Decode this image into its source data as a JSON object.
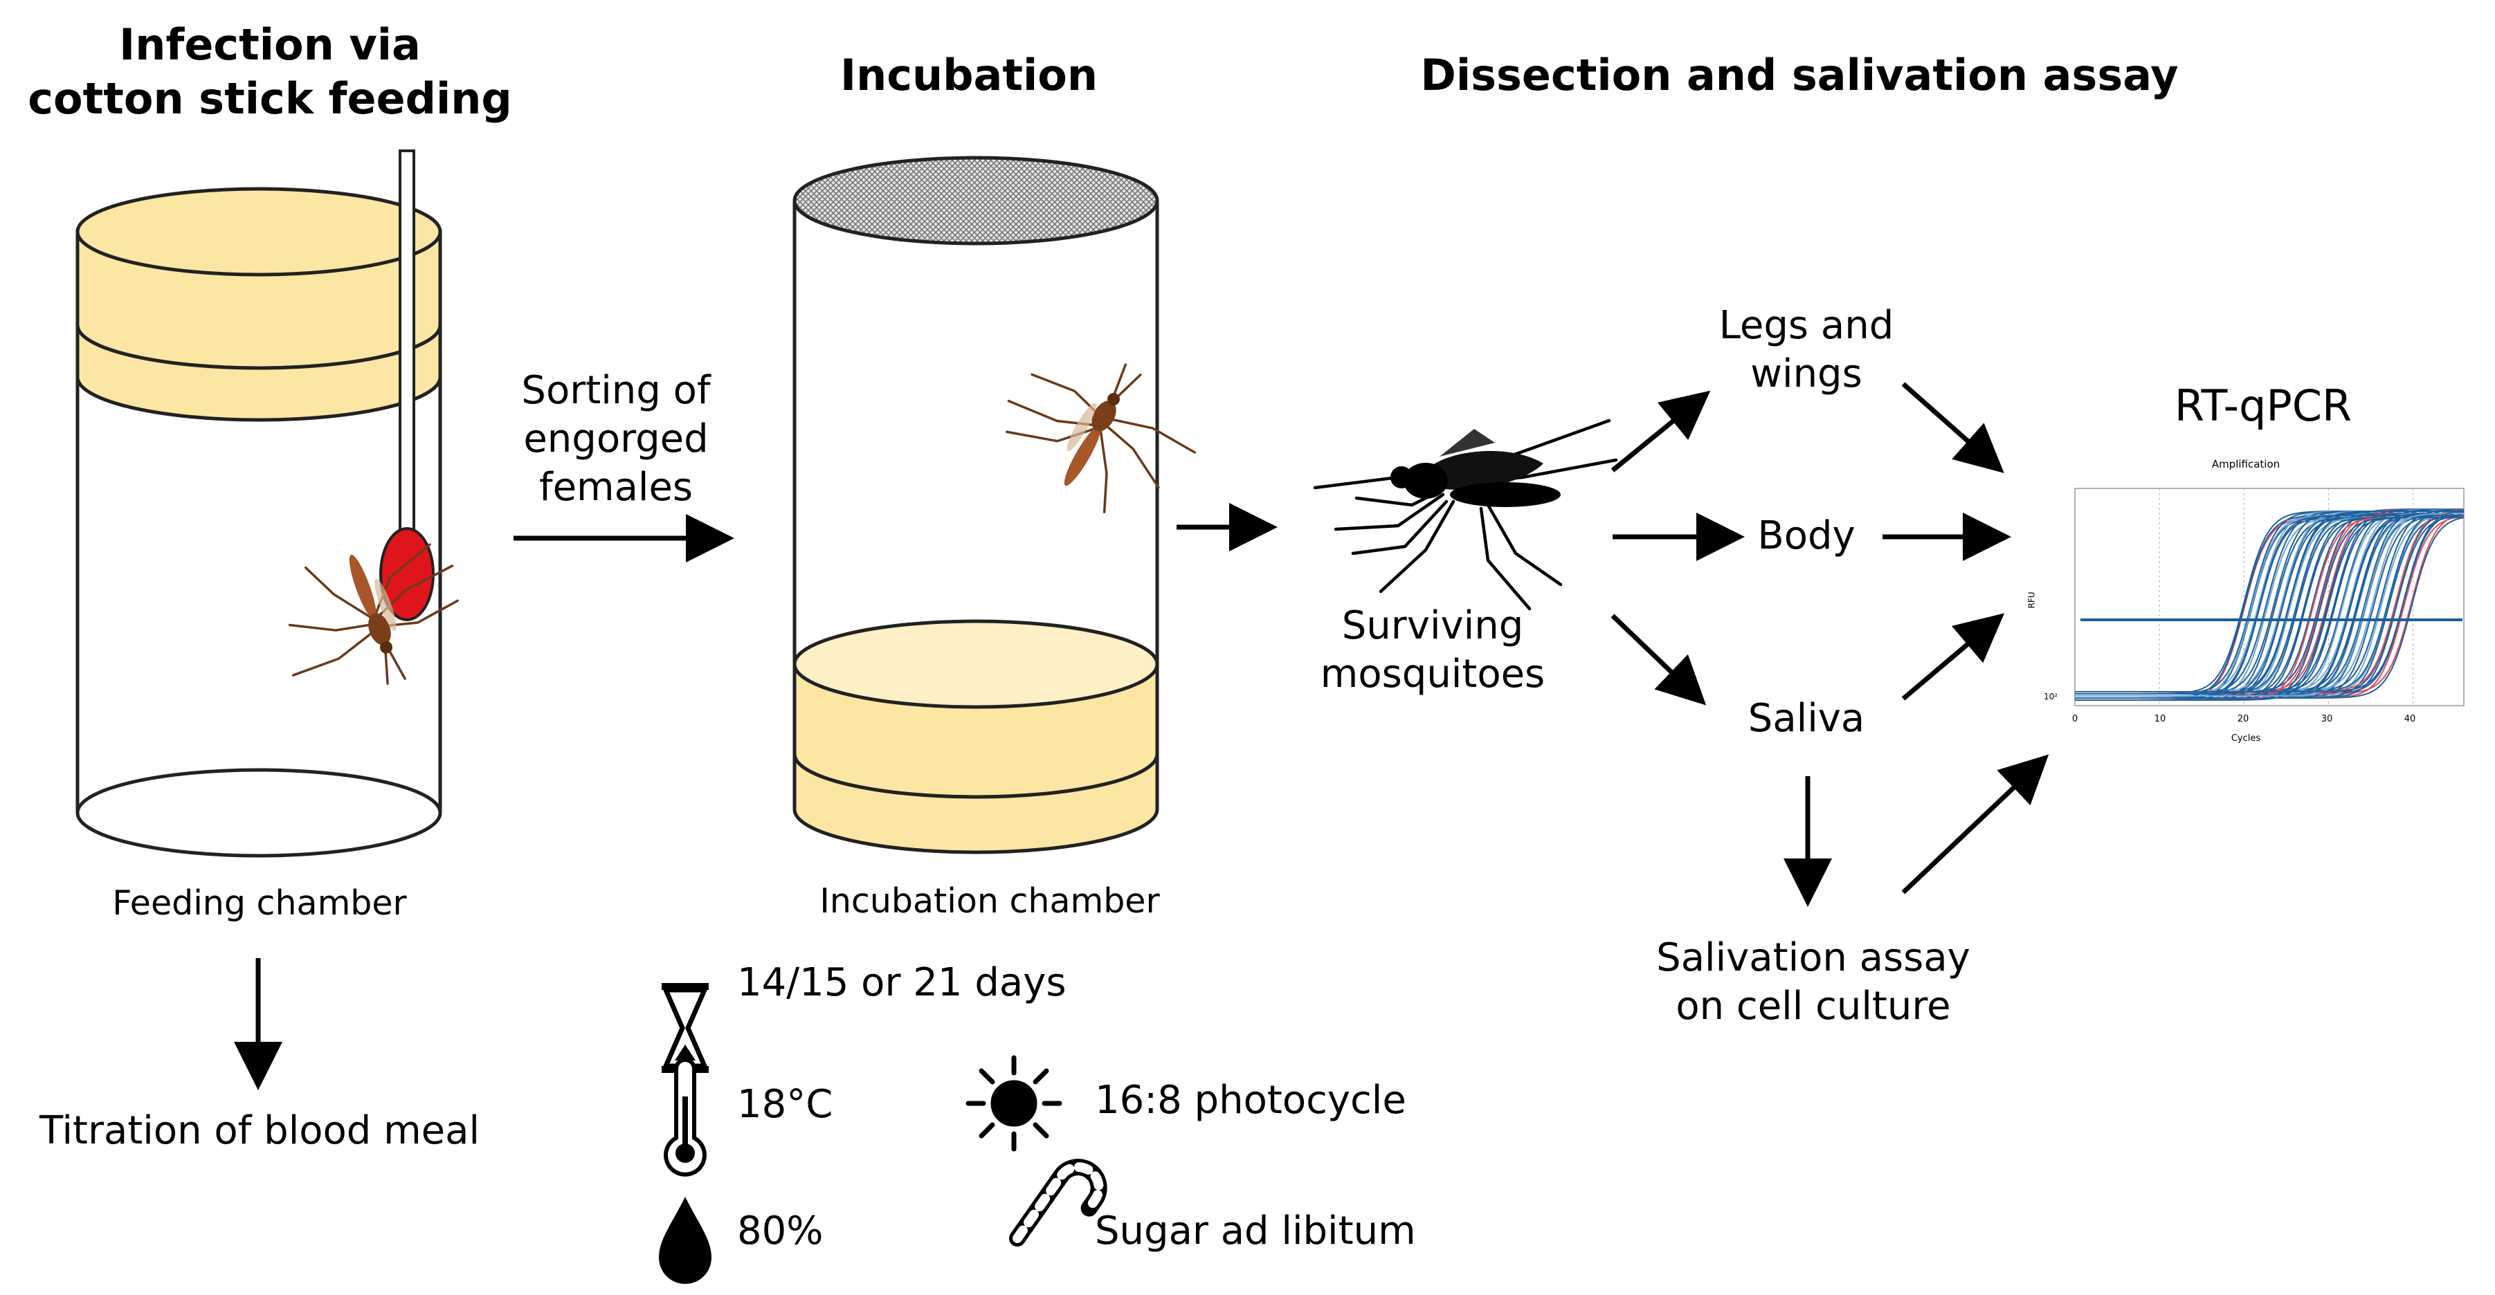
{
  "titles": {
    "infection_line1": "Infection via",
    "infection_line2": "cotton stick feeding",
    "incubation": "Incubation",
    "dissection": "Dissection and salivation assay",
    "rtqpcr": "RT-qPCR"
  },
  "labels": {
    "feeding_chamber": "Feeding chamber",
    "incubation_chamber": "Incubation chamber",
    "titration": "Titration of blood meal",
    "sorting_line1": "Sorting of",
    "sorting_line2": "engorged",
    "sorting_line3": "females",
    "surviving_line1": "Surviving",
    "surviving_line2": "mosquitoes",
    "legs_line1": "Legs and",
    "legs_line2": "wings",
    "body": "Body",
    "saliva": "Saliva",
    "salivation_line1": "Salivation assay",
    "salivation_line2": "on cell culture"
  },
  "conditions": {
    "duration": "14/15 or 21 days",
    "temperature": "18°C",
    "humidity": "80%",
    "photocycle": "16:8 photocycle",
    "sugar": "Sugar ad libitum"
  },
  "chart": {
    "title": "Amplification",
    "ylabel": "RFU",
    "xlabel": "Cycles",
    "ytick": "10²",
    "xticks": [
      "0",
      "10",
      "20",
      "30",
      "40"
    ]
  },
  "colors": {
    "cap_yellow": "#FCE6A4",
    "cap_stroke": "#222222",
    "blood_red": "#E0141C",
    "curve_blue": "#1F5F9E",
    "curve_light_blue": "#6FA8D6",
    "curve_red": "#E0505A",
    "threshold": "#1A5E9C"
  },
  "icons": [
    "hourglass-icon",
    "thermometer-icon",
    "drop-icon",
    "sun-icon",
    "candy-cane-icon",
    "mosquito-icon"
  ]
}
